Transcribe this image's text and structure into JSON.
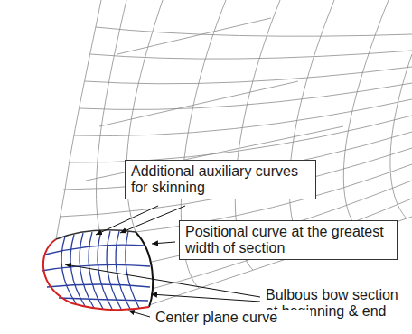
{
  "diagram": {
    "nodes": [
      {
        "text": [
          "Additional auxiliary curves for skinning"
        ]
      },
      {
        "text": [
          "Positional curve at the greatest width of section"
        ]
      }
    ],
    "labels": [
      "Bulbous bow section at beginning & end",
      "Center plane curve"
    ]
  }
}
